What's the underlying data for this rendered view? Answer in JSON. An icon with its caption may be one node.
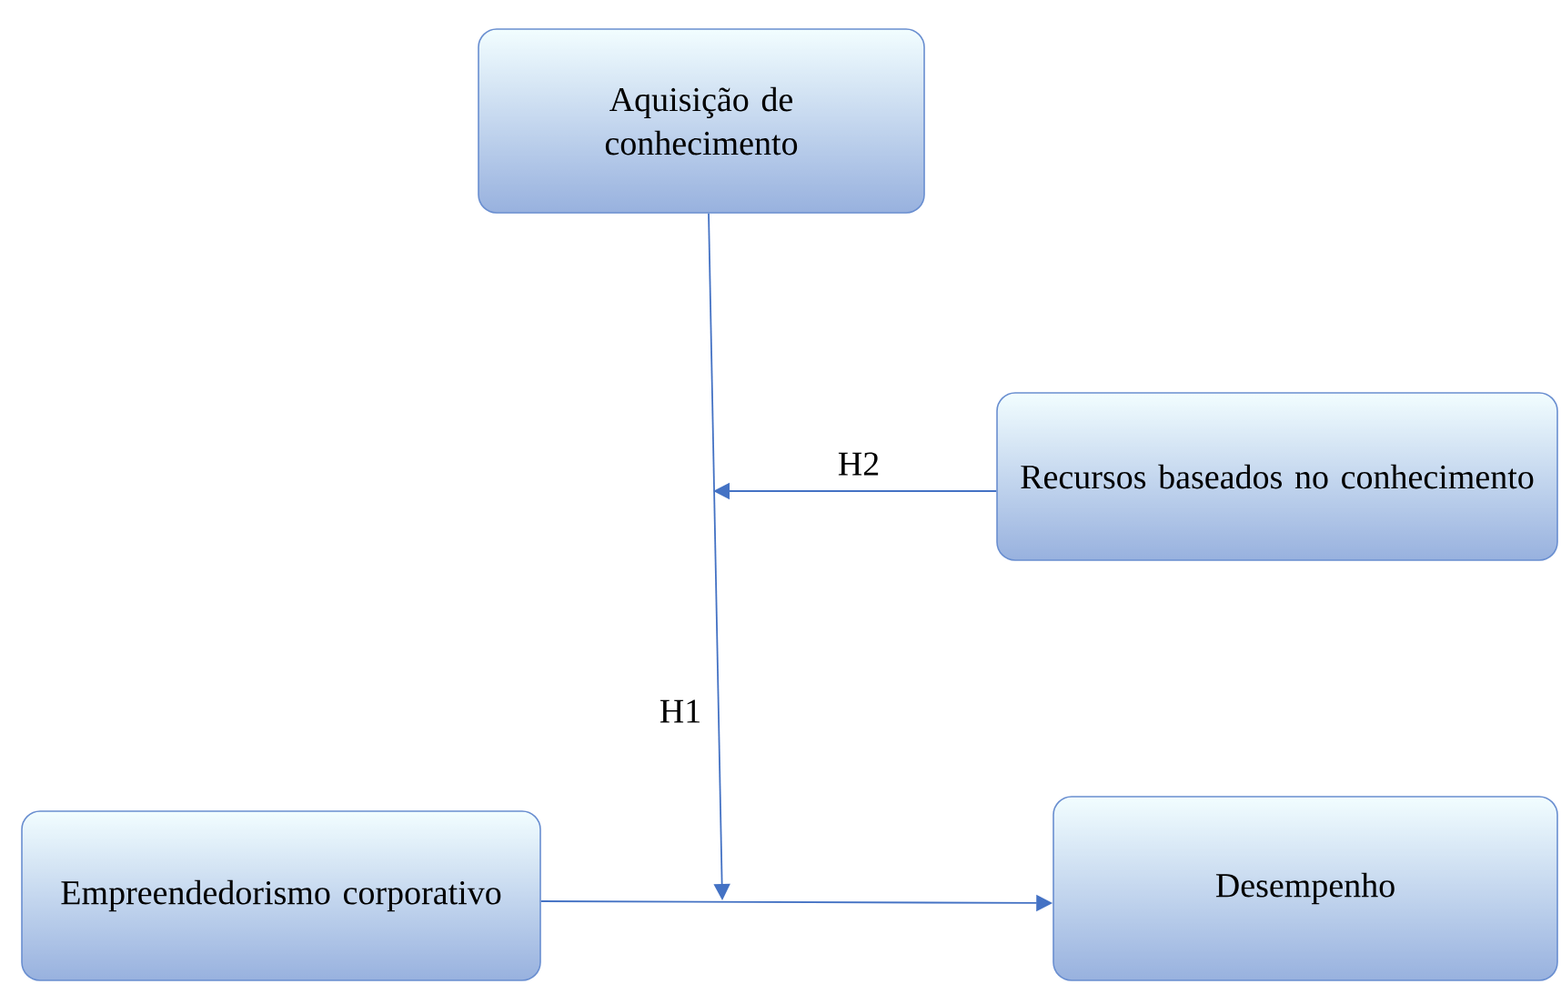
{
  "diagram": {
    "nodes": [
      {
        "text": [
          "Aquisição de conhecimento"
        ]
      },
      {
        "text": [
          "Recursos baseados no conhecimento"
        ]
      },
      {
        "text": [
          "Empreendedorismo corporativo"
        ]
      },
      {
        "text": [
          "Desempenho"
        ]
      }
    ],
    "edges": [
      {
        "from": 0,
        "to": null,
        "arrow": "to",
        "label": "H1"
      },
      {
        "from": 1,
        "to": null,
        "arrow": "to",
        "label": "H2"
      },
      {
        "from": 2,
        "to": 3,
        "arrow": "to"
      }
    ]
  }
}
